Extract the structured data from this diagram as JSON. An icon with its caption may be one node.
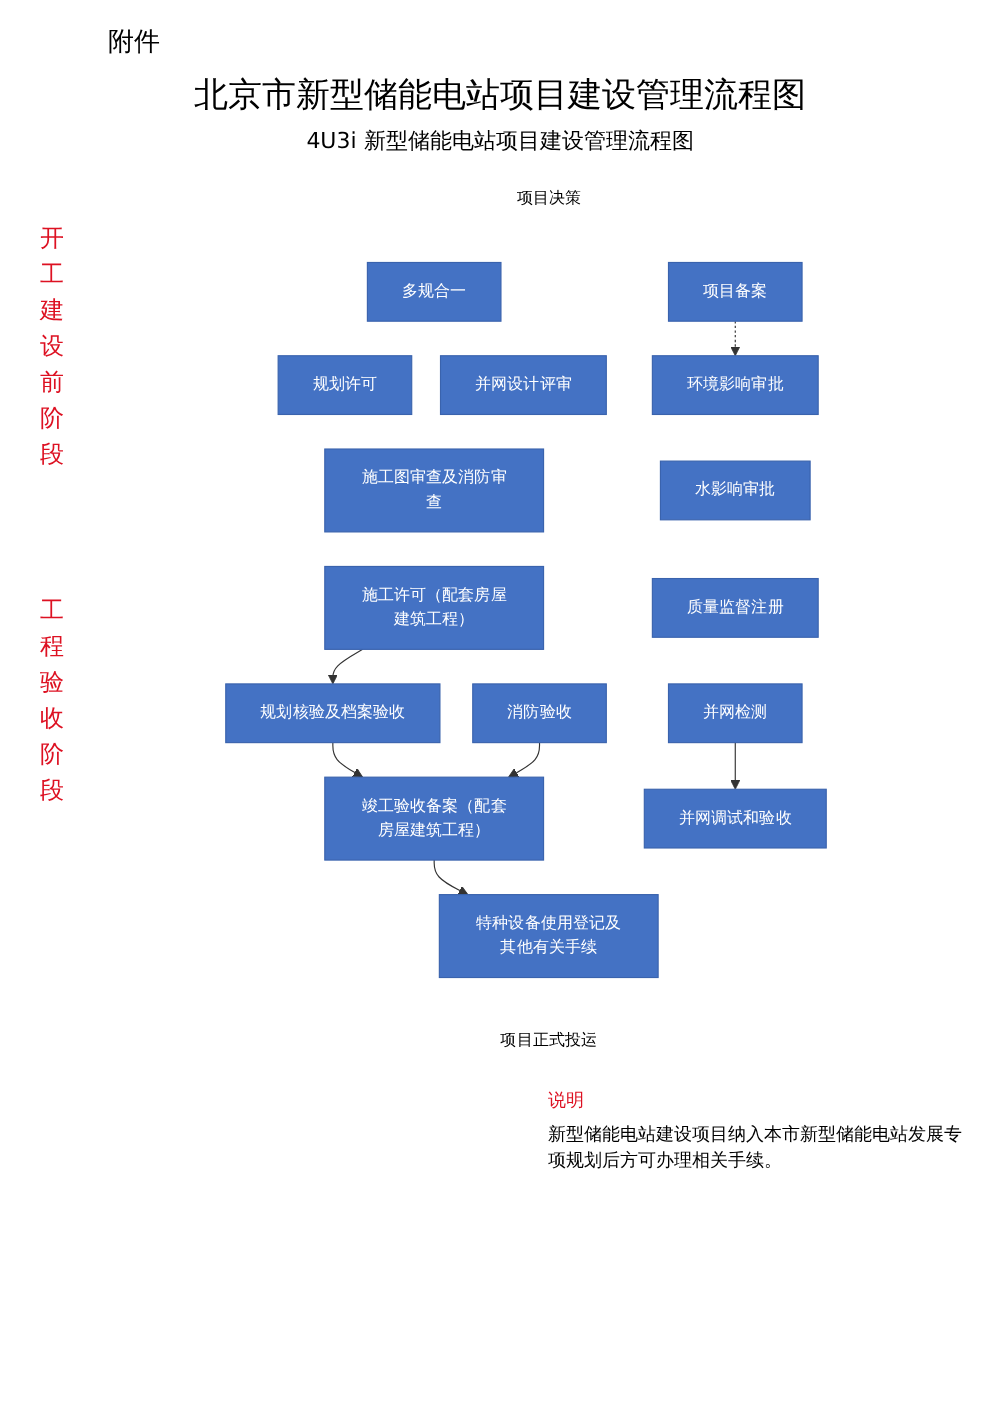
{
  "diagram": {
    "title": "北京市新型储能电站项目建设管理流程图",
    "nodes": [
      {
        "text": [
          "项目决策"
        ]
      },
      {
        "text": [
          "多规合一"
        ]
      },
      {
        "text": [
          "项目备案"
        ]
      },
      {
        "text": [
          "规划许可"
        ]
      },
      {
        "text": [
          "并网设计评审"
        ]
      },
      {
        "text": [
          "环境影响审批"
        ]
      },
      {
        "text": [
          "施工图审查及消防审查"
        ]
      },
      {
        "text": [
          "水影响审批"
        ]
      },
      {
        "text": [
          "施工许可（配套房屋建筑工程）"
        ]
      },
      {
        "text": [
          "质量监督注册"
        ]
      },
      {
        "text": [
          "规划核验及档案验收"
        ]
      },
      {
        "text": [
          "消防验收"
        ]
      },
      {
        "text": [
          "并网检测"
        ]
      },
      {
        "text": [
          "竣工验收备案（配套房屋建筑工程）"
        ]
      },
      {
        "text": [
          "并网调试和验收"
        ]
      },
      {
        "text": [
          "特种设备使用登记及其他有关手续"
        ]
      },
      {
        "text": [
          "项目正式投运"
        ]
      }
    ],
    "edges": [
      {
        "from": 2,
        "to": 5,
        "arrow": "to",
        "style": "dashed"
      },
      {
        "from": 8,
        "to": 10,
        "arrow": "to"
      },
      {
        "from": 10,
        "to": 13,
        "arrow": "to"
      },
      {
        "from": 11,
        "to": 13,
        "arrow": "to"
      },
      {
        "from": 12,
        "to": 14,
        "arrow": "to"
      },
      {
        "from": 13,
        "to": 15,
        "arrow": "to"
      }
    ],
    "labels": [
      "附件",
      "4U3i 新型储能电站项目建设管理流程图",
      "开工建设前阶段",
      "工程验收阶段",
      "说明",
      "新型储能电站建设项目纳入本市新型储能电站发展专项规划后方可办理相关手续。"
    ]
  }
}
